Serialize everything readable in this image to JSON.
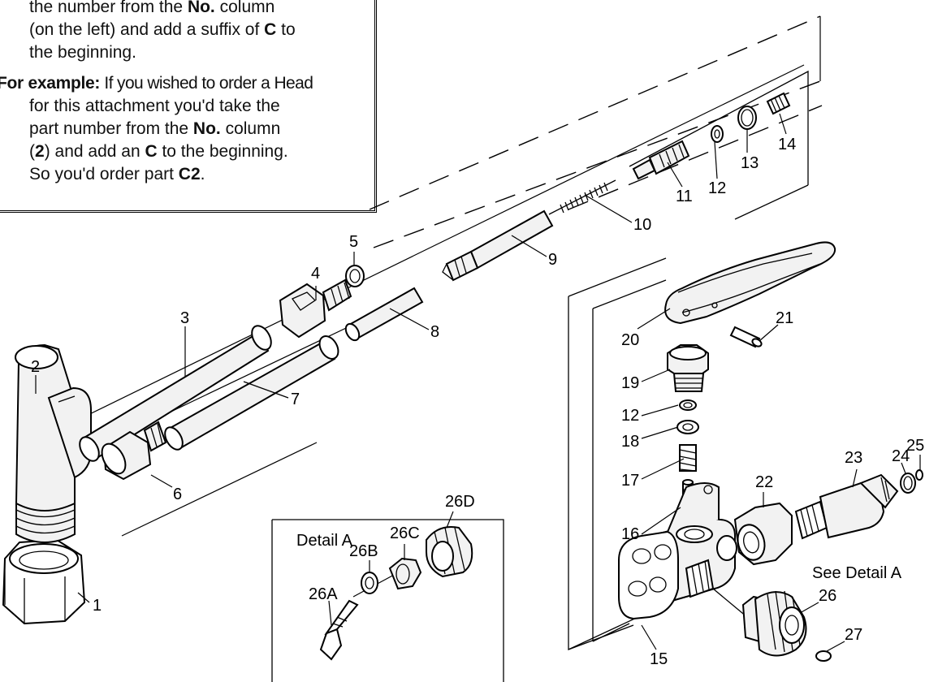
{
  "instructions": {
    "line1": "the number from the ",
    "line1_bold": "No.",
    "line1_end": " column",
    "line2": "(on the left) and add a suffix of ",
    "line2_bold": "C",
    "line2_end": " to",
    "line3": "the beginning.",
    "example_label": "For example:",
    "example_line1": " If you wished to order a Head",
    "example_line2": "for this attachment you'd take the",
    "example_line3_a": "part number from the ",
    "example_line3_bold": "No.",
    "example_line3_b": " column",
    "example_line4_open": "(",
    "example_line4_bold1": "2",
    "example_line4_a": ") and add an ",
    "example_line4_bold2": "C",
    "example_line4_b": " to the beginning.",
    "example_line5_a": "So you'd order part ",
    "example_line5_bold": "C2",
    "example_line5_b": "."
  },
  "detail": {
    "title": "Detail A",
    "see_label": "See Detail A"
  },
  "parts": {
    "p1": "1",
    "p2": "2",
    "p3": "3",
    "p4": "4",
    "p5": "5",
    "p6": "6",
    "p7": "7",
    "p8": "8",
    "p9": "9",
    "p10": "10",
    "p11": "11",
    "p12": "12",
    "p12b": "12",
    "p13": "13",
    "p14": "14",
    "p15": "15",
    "p16": "16",
    "p17": "17",
    "p18": "18",
    "p19": "19",
    "p20": "20",
    "p21": "21",
    "p22": "22",
    "p23": "23",
    "p24": "24",
    "p25": "25",
    "p26": "26",
    "p26a": "26A",
    "p26b": "26B",
    "p26c": "26C",
    "p26d": "26D",
    "p27": "27"
  }
}
